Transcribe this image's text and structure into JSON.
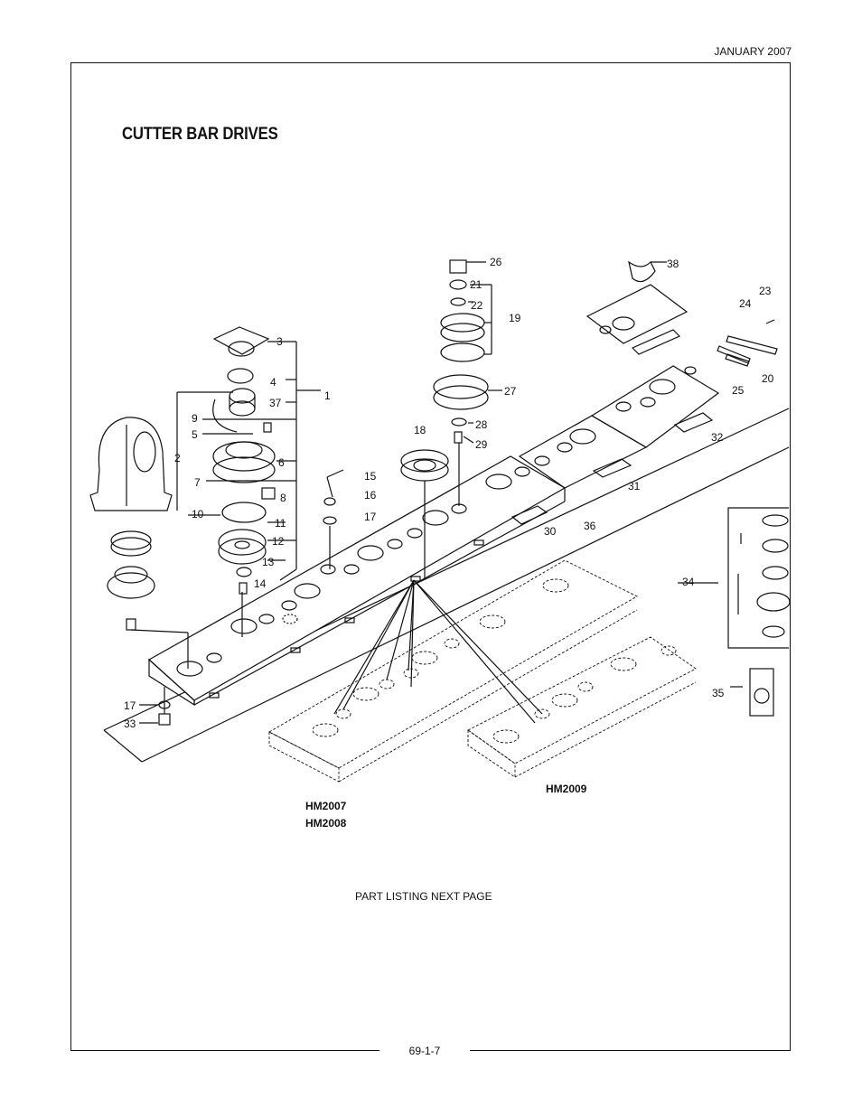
{
  "header": {
    "date": "JANUARY 2007"
  },
  "title": "CUTTER BAR DRIVES",
  "models": {
    "hm2007": "HM2007",
    "hm2008": "HM2008",
    "hm2009": "HM2009"
  },
  "note": "PART LISTING NEXT PAGE",
  "footer": {
    "page_number": "69-1-7"
  },
  "callouts": [
    "1",
    "2",
    "3",
    "4",
    "5",
    "6",
    "7",
    "8",
    "9",
    "10",
    "11",
    "12",
    "13",
    "14",
    "15",
    "16",
    "17",
    "17",
    "18",
    "19",
    "20",
    "21",
    "22",
    "23",
    "24",
    "25",
    "26",
    "27",
    "28",
    "29",
    "30",
    "31",
    "32",
    "33",
    "34",
    "35",
    "36",
    "37",
    "38"
  ]
}
